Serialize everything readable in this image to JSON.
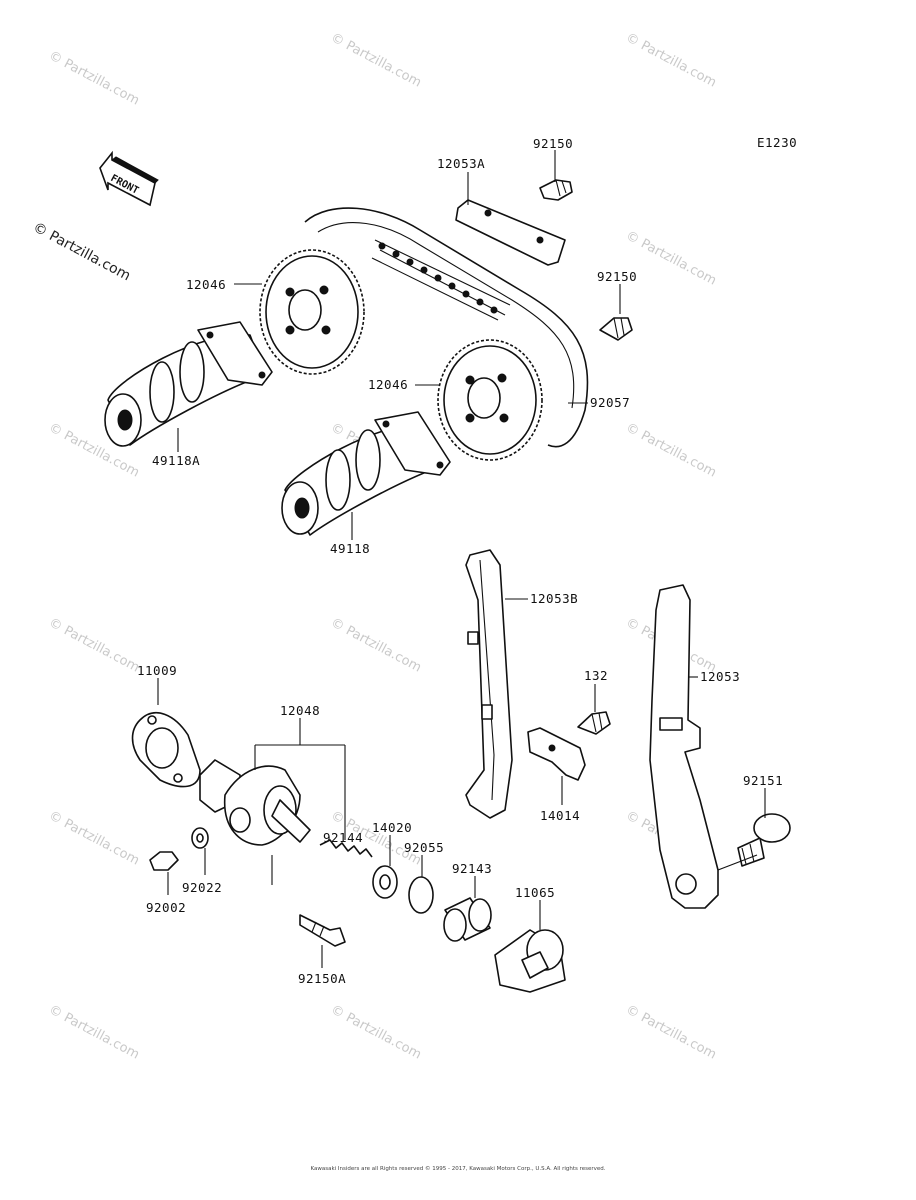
{
  "diagram_code": "E1230",
  "front_label": "FRONT",
  "watermark": "© Partzilla.com",
  "copyright": "Kawasaki Insiders are all Rights reserved © 1995 - 2017, Kawasaki Motors Corp., U.S.A. All rights reserved.",
  "parts": {
    "p92150_top": "92150",
    "p12053A": "12053A",
    "p92150_mid": "92150",
    "p12046_left": "12046",
    "p12046_right": "12046",
    "p92057": "92057",
    "p49118A": "49118A",
    "p49118": "49118",
    "p12053B": "12053B",
    "p12053": "12053",
    "p132": "132",
    "p14014": "14014",
    "p92151": "92151",
    "p11009": "11009",
    "p12048": "12048",
    "p92144": "92144",
    "p14020": "14020",
    "p92055": "92055",
    "p92143": "92143",
    "p11065": "11065",
    "p92002": "92002",
    "p92022": "92022",
    "p92150A": "92150A"
  }
}
